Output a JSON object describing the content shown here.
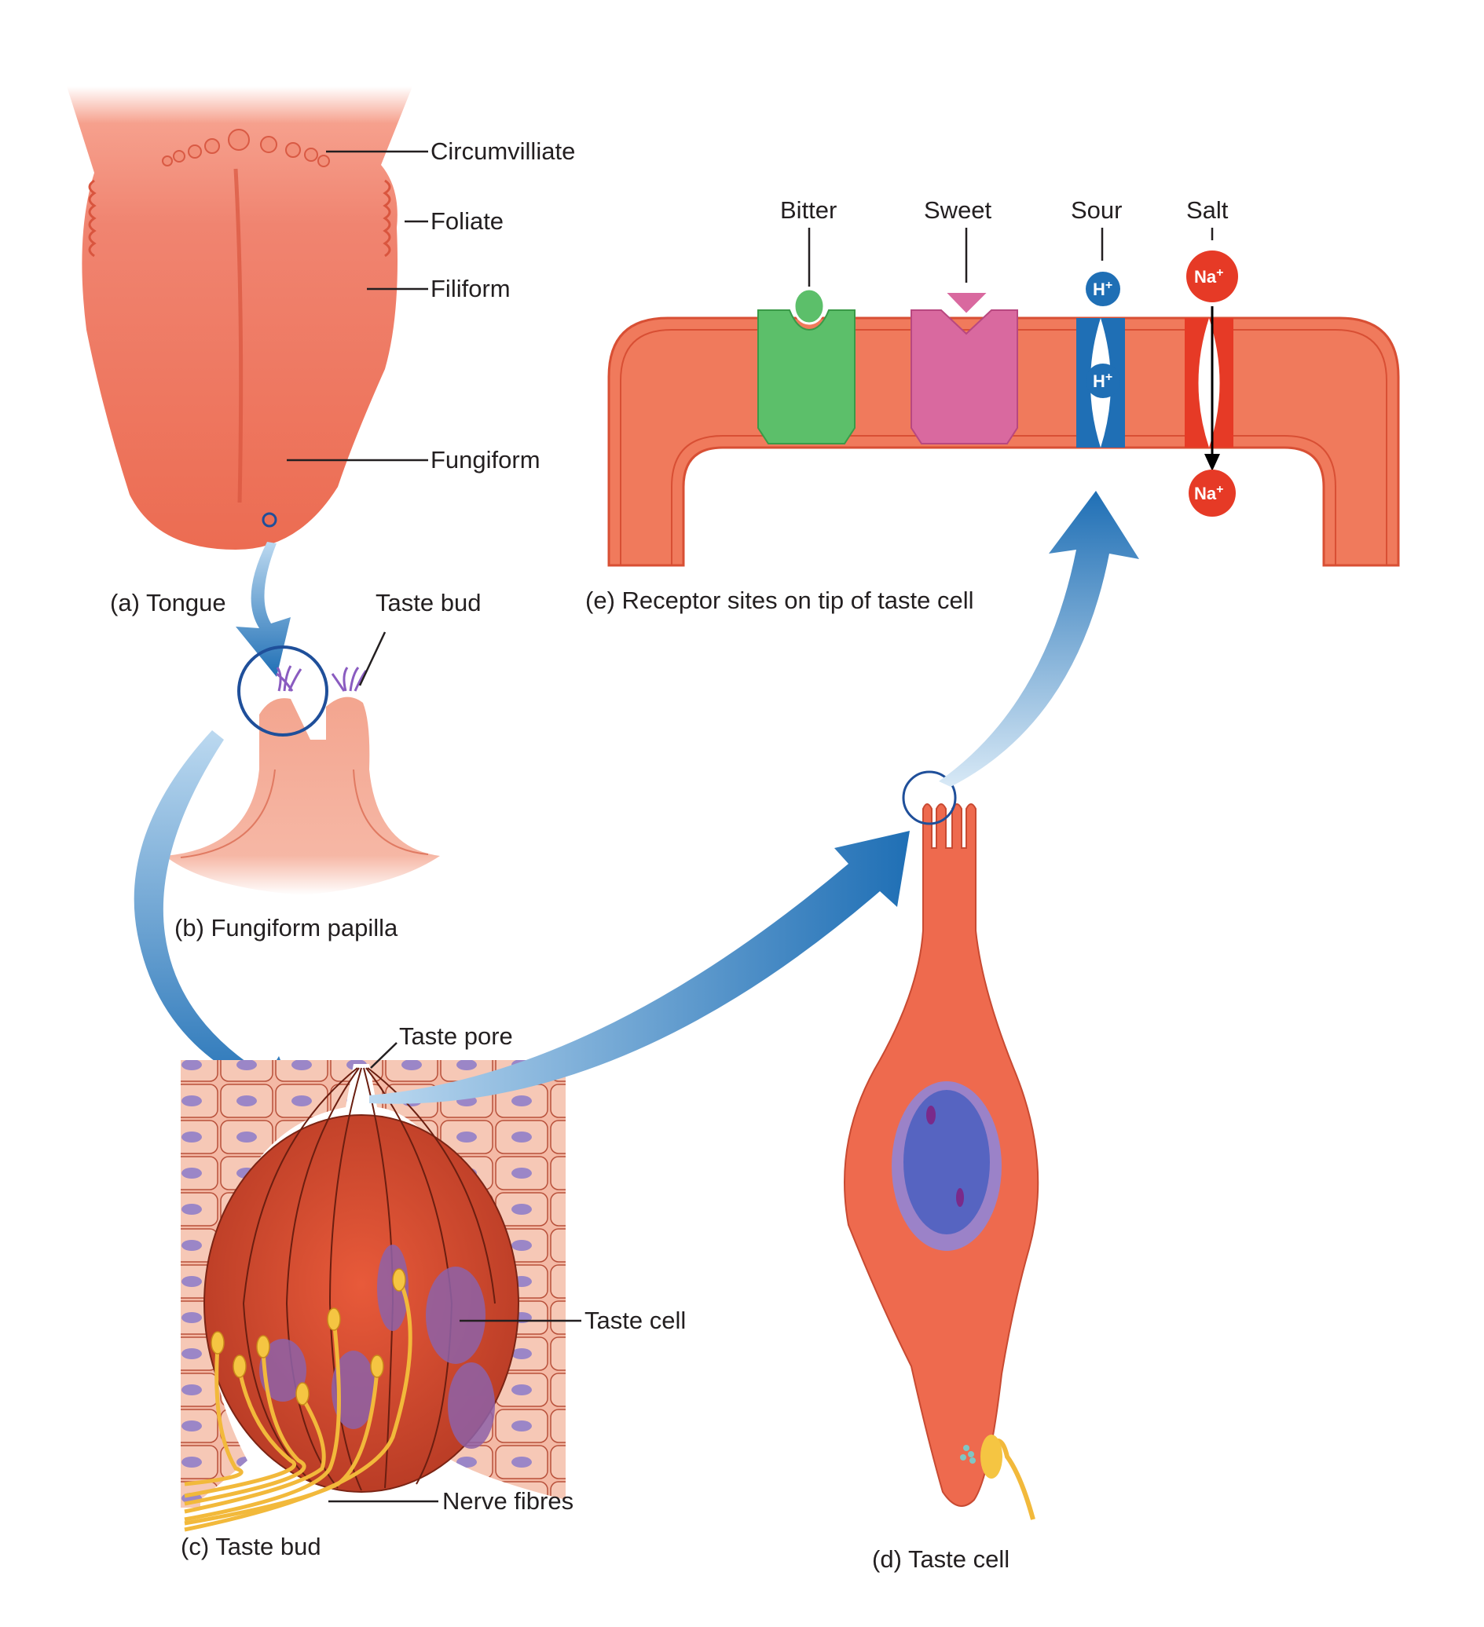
{
  "figure": {
    "panels": {
      "a": {
        "caption": "(a) Tongue",
        "labels": [
          "Circumvilliate",
          "Foliate",
          "Filiform",
          "Fungiform"
        ]
      },
      "b": {
        "caption": "(b) Fungiform papilla",
        "labels": [
          "Taste bud"
        ]
      },
      "c": {
        "caption": "(c) Taste bud",
        "labels": [
          "Taste pore",
          "Taste cell",
          "Nerve fibres"
        ]
      },
      "d": {
        "caption": "(d) Taste cell"
      },
      "e": {
        "caption": "(e) Receptor sites on tip of taste cell",
        "receptors": [
          {
            "name": "Bitter",
            "color": "#5cbf6a"
          },
          {
            "name": "Sweet",
            "color": "#d9699f"
          },
          {
            "name": "Sour",
            "color": "#1f6fb5",
            "ion": "H+"
          },
          {
            "name": "Salt",
            "color": "#e63a26",
            "ion": "Na+"
          }
        ],
        "ions": {
          "sour": "H",
          "salt": "Na",
          "charge": "+"
        }
      }
    },
    "colors": {
      "tissue": "#ee6a4e",
      "membrane": "#f07a5c",
      "arrow": "#1f6fb5",
      "nucleus": "#8d6cc0",
      "nerve": "#f2b93b",
      "text": "#231f20"
    }
  }
}
